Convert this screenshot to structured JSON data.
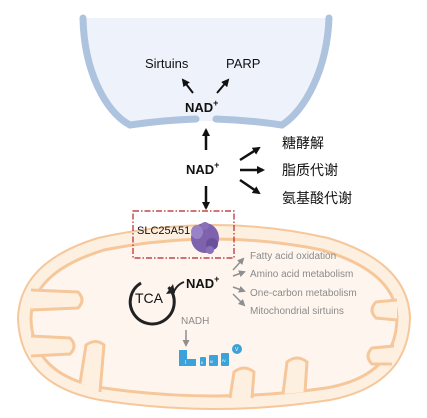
{
  "nucleus": {
    "sirtuins": "Sirtuins",
    "parp": "PARP",
    "nad": "NAD",
    "nad_sup": "+"
  },
  "cytosol": {
    "nad": "NAD",
    "nad_sup": "+",
    "pathways": [
      "糖酵解",
      "脂质代谢",
      "氨基酸代谢"
    ]
  },
  "mito": {
    "transporter": "SLC25A51",
    "nad": "NAD",
    "nad_sup": "+",
    "tca": "TCA",
    "nadh": "NADH",
    "pathways": [
      "Fatty acid oxidation",
      "Amino acid metabolism",
      "One-carbon metabolism",
      "Mitochondrial sirtuins"
    ],
    "complex_labels": [
      "I",
      "II",
      "III",
      "IV",
      "V"
    ]
  },
  "colors": {
    "nucleus_fill": "#eef3fb",
    "nucleus_stroke": "#aec3de",
    "mito_fill": "#fef0e1",
    "mito_stroke": "#f6c79a",
    "crista_fill": "#fef6ee",
    "highlight_box": "#b3242a",
    "transporter": "#7e62ad",
    "complex_blue": "#3ba3d9",
    "gray_text": "#8a8a8a"
  }
}
